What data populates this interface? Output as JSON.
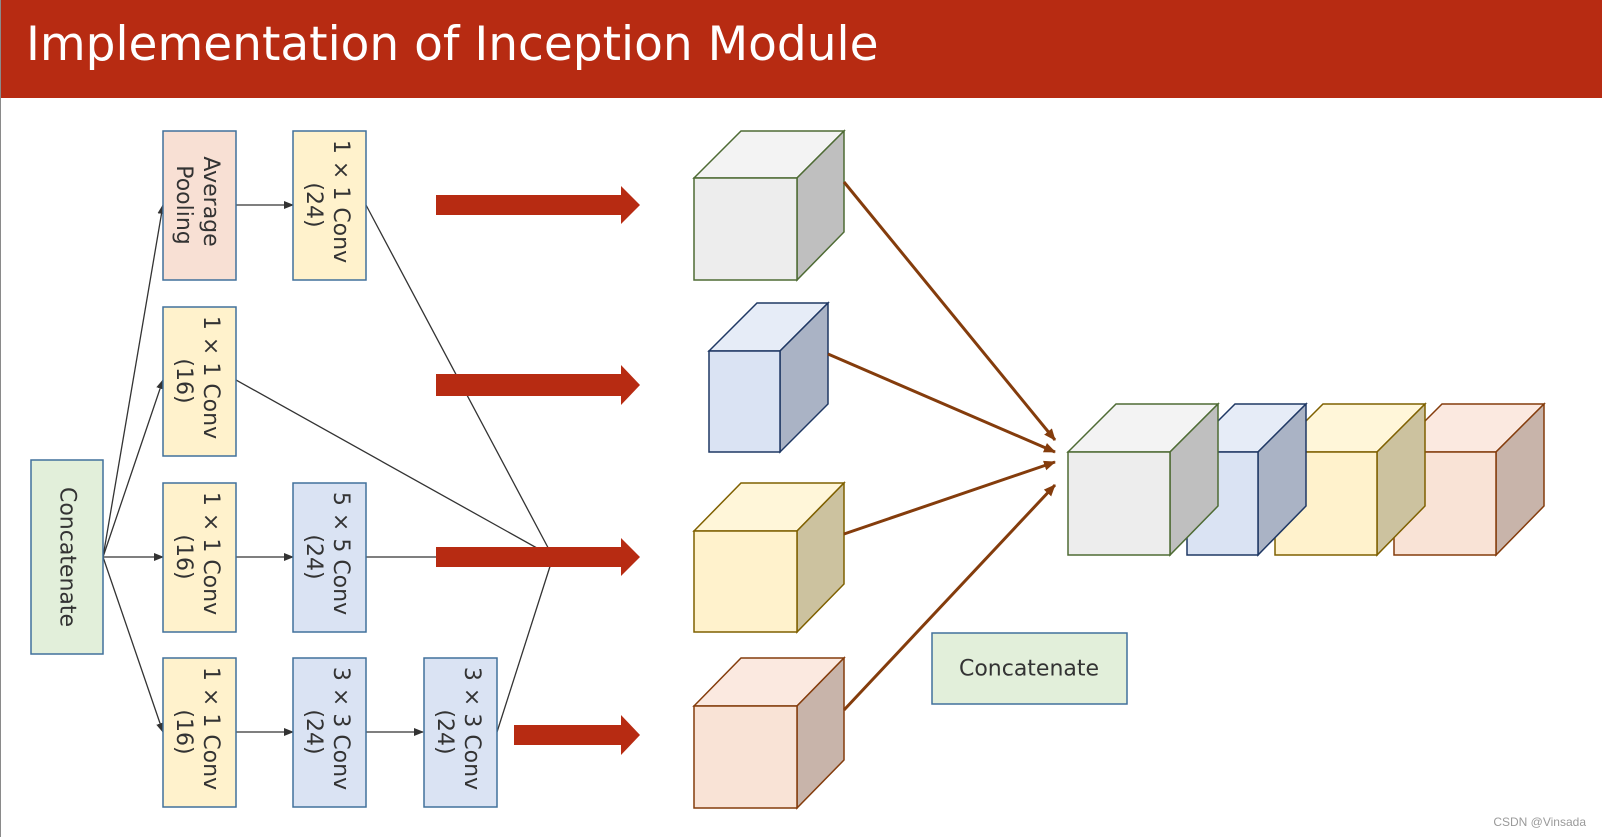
{
  "title": "Implementation of Inception Module",
  "left_concat": {
    "label": "Concatenate"
  },
  "branch_avgpool": {
    "pool": {
      "line1": "Average",
      "line2": "Pooling"
    },
    "conv": {
      "line1": "1 × 1 Conv",
      "line2": "(24)"
    }
  },
  "branch_1x1": {
    "conv": {
      "line1": "1 × 1 Conv",
      "line2": "(16)"
    }
  },
  "branch_5x5": {
    "reduce": {
      "line1": "1 × 1 Conv",
      "line2": "(16)"
    },
    "conv": {
      "line1": "5 × 5 Conv",
      "line2": "(24)"
    }
  },
  "branch_3x3": {
    "reduce": {
      "line1": "1 × 1 Conv",
      "line2": "(16)"
    },
    "conv_a": {
      "line1": "3 × 3 Conv",
      "line2": "(24)"
    },
    "conv_b": {
      "line1": "3 × 3 Conv",
      "line2": "(24)"
    }
  },
  "right_concat": {
    "label": "Concatenate"
  },
  "colors": {
    "title_bar": "#b72b12",
    "big_arrow": "#b72b12",
    "brown_arrow": "#843c0c",
    "concat_fill": "#e2efda",
    "concat_stroke": "#41719c",
    "pool_fill": "#f8e0d4",
    "conv1_fill": "#fff2cc",
    "conv_blue_fill": "#dae3f3",
    "cube_gray": "#ededed",
    "cube_blue": "#dae3f3",
    "cube_yellow": "#fff2cc",
    "cube_peach": "#f9e3d6"
  },
  "watermark": "CSDN @Vinsada"
}
